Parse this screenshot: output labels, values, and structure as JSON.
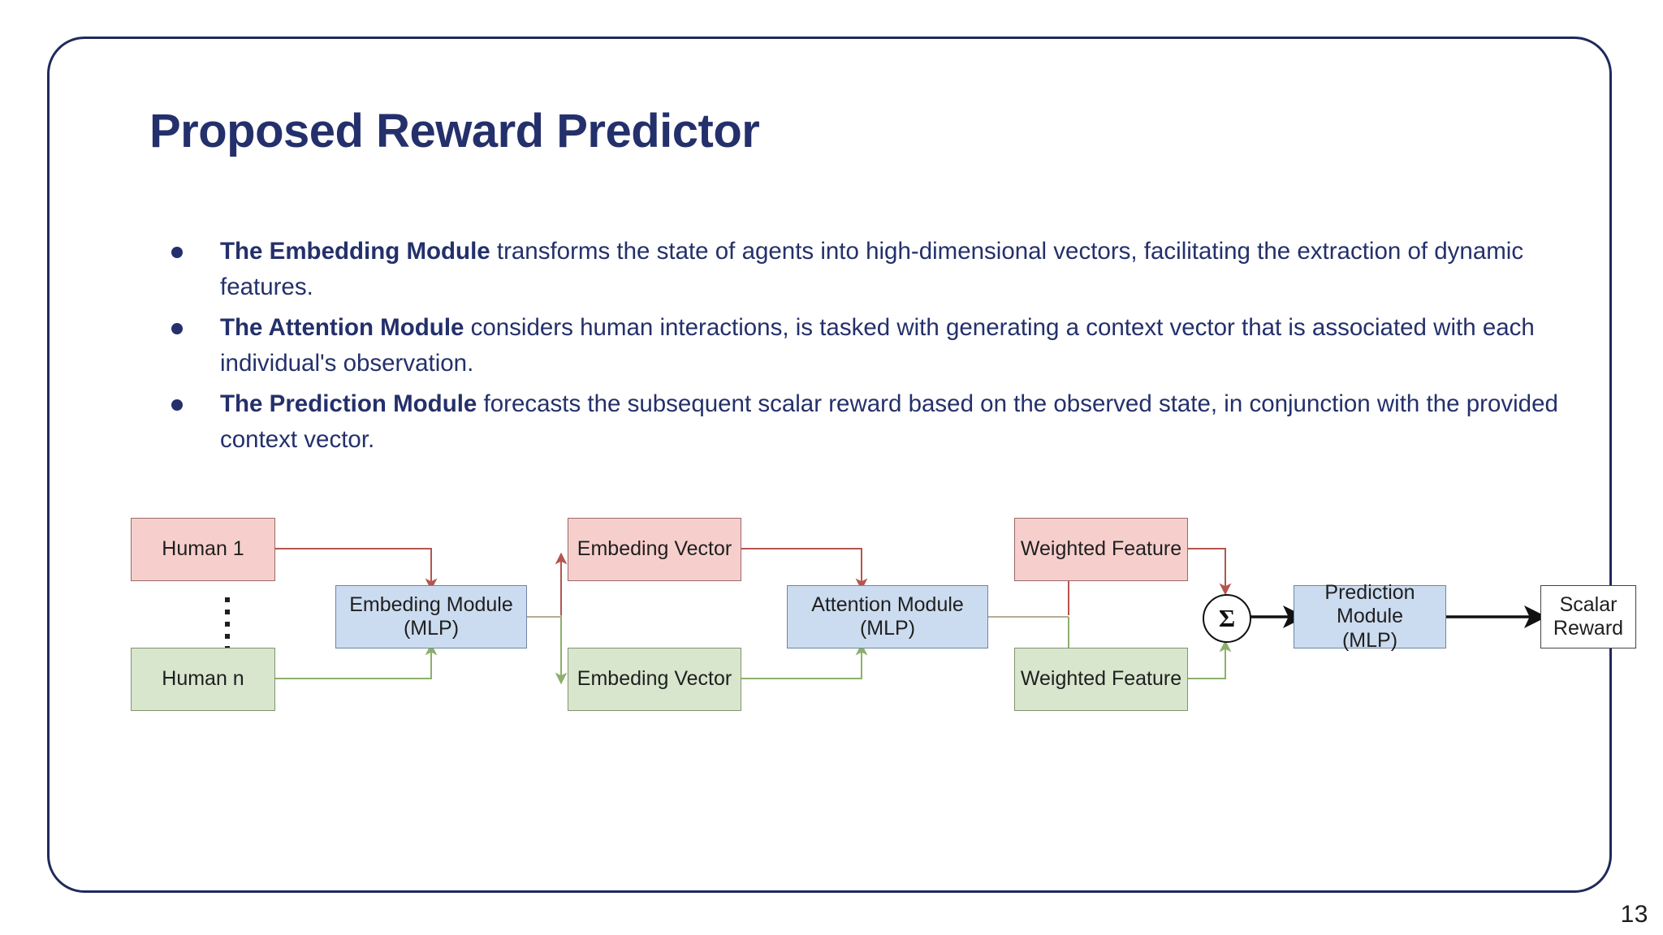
{
  "slide": {
    "page_number": "13",
    "title": "Proposed Reward Predictor",
    "accent_color": "#24306b",
    "border_color": "#20295c"
  },
  "bullets": [
    {
      "bold": "The Embedding Module",
      "rest": " transforms the state of agents into high-dimensional vectors, facilitating the extraction of dynamic features."
    },
    {
      "bold": "The Attention Module",
      "rest": " considers human interactions, is tasked with generating a context vector that is associated with each individual's observation."
    },
    {
      "bold": "The Prediction Module",
      "rest": " forecasts the subsequent scalar reward based on the observed state, in conjunction with the provided context vector."
    }
  ],
  "diagram": {
    "colors": {
      "pink_fill": "#f6cfcd",
      "pink_stroke": "#9a6a68",
      "green_fill": "#d7e6cd",
      "green_stroke": "#84936f",
      "blue_fill": "#ccdcf0",
      "blue_stroke": "#6f84a3",
      "white_fill": "#ffffff",
      "white_stroke": "#444444",
      "red_arrow": "#b4554f",
      "green_arrow": "#8cb06a",
      "black_arrow": "#111111",
      "neutral_wire": "#b3ad93"
    },
    "nodes": {
      "human_1": "Human 1",
      "human_n": "Human n",
      "embedding_module": "Embeding Module\n(MLP)",
      "embedding_module_line1": "Embeding Module",
      "embedding_module_line2": "(MLP)",
      "embedding_vector_top": "Embeding Vector",
      "embedding_vector_bottom": "Embeding Vector",
      "attention_module_line1": "Attention Module",
      "attention_module_line2": "(MLP)",
      "weighted_feature_top": "Weighted Feature",
      "weighted_feature_bottom": "Weighted Feature",
      "sum_symbol": "Σ",
      "prediction_module_line1": "Prediction Module",
      "prediction_module_line2": "(MLP)",
      "scalar_reward_line1": "Scalar",
      "scalar_reward_line2": "Reward"
    }
  }
}
